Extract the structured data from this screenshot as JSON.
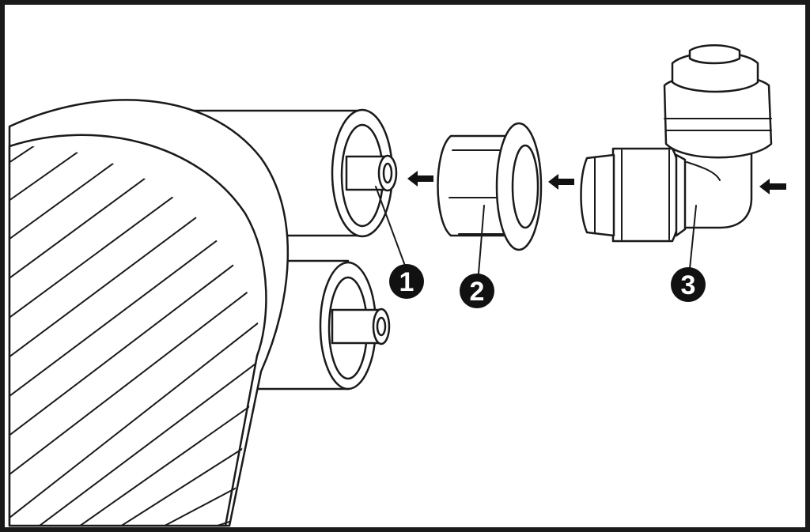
{
  "callouts": [
    {
      "number": "1"
    },
    {
      "number": "2"
    },
    {
      "number": "3"
    }
  ],
  "colors": {
    "line": "#1a1a1a",
    "badge": "#111111",
    "background": "#ffffff"
  },
  "icons": [
    "insert-arrow-icon"
  ]
}
